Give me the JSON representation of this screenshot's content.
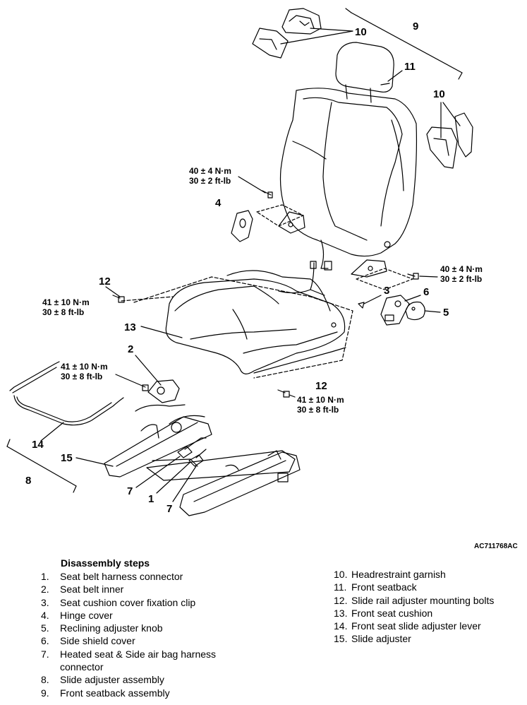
{
  "figure": {
    "figure_id": "AC711768AC",
    "callouts": {
      "c1": "1",
      "c2": "2",
      "c3": "3",
      "c4": "4",
      "c5": "5",
      "c6": "6",
      "c7a": "7",
      "c7b": "7",
      "c8": "8",
      "c9": "9",
      "c10a": "10",
      "c10b": "10",
      "c11": "11",
      "c12a": "12",
      "c12b": "12",
      "c13": "13",
      "c14": "14",
      "c15": "15"
    },
    "torques": {
      "seatback_upper": [
        "40 ± 4 N·m",
        "30 ± 2 ft-lb"
      ],
      "seatback_right": [
        "40 ± 4 N·m",
        "30 ± 2 ft-lb"
      ],
      "rail_left": [
        "41 ± 10 N·m",
        "30 ± 8 ft-lb"
      ],
      "belt_bolt": [
        "41 ± 10 N·m",
        "30 ± 8 ft-lb"
      ],
      "rail_right": [
        "41 ± 10 N·m",
        "30 ± 8 ft-lb"
      ]
    }
  },
  "steps": {
    "title": "Disassembly steps",
    "left": [
      {
        "num": "1.",
        "text": "Seat belt harness connector"
      },
      {
        "num": "2.",
        "text": "Seat belt inner"
      },
      {
        "num": "3.",
        "text": "Seat cushion cover fixation clip"
      },
      {
        "num": "4.",
        "text": "Hinge cover"
      },
      {
        "num": "5.",
        "text": "Reclining adjuster knob"
      },
      {
        "num": "6.",
        "text": "Side shield cover"
      },
      {
        "num": "7.",
        "text": "Heated seat & Side air bag harness connector"
      },
      {
        "num": "8.",
        "text": "Slide adjuster assembly"
      },
      {
        "num": "9.",
        "text": "Front seatback assembly"
      }
    ],
    "right": [
      {
        "num": "10.",
        "text": "Headrestraint garnish"
      },
      {
        "num": "11.",
        "text": "Front seatback"
      },
      {
        "num": "12.",
        "text": "Slide rail adjuster mounting bolts"
      },
      {
        "num": "13.",
        "text": "Front seat cushion"
      },
      {
        "num": "14.",
        "text": "Front seat slide adjuster lever"
      },
      {
        "num": "15.",
        "text": "Slide adjuster"
      }
    ]
  }
}
